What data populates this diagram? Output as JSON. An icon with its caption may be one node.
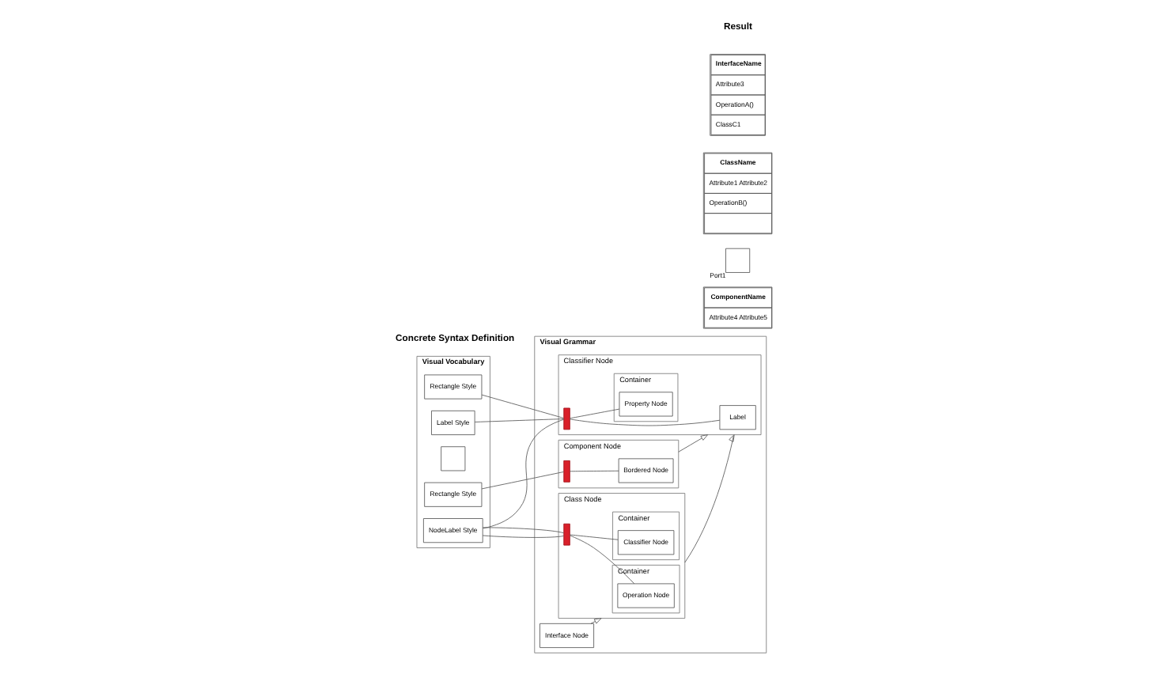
{
  "diagram": {
    "nodes": [
      {
        "text": [
          "Visual Vocabulary"
        ]
      },
      {
        "text": [
          "Rectangle Style"
        ],
        "in": 0
      },
      {
        "text": [
          "Label Style"
        ],
        "in": 0
      },
      {
        "text": [],
        "shape": "box",
        "in": 0
      },
      {
        "text": [
          "Rectangle Style"
        ],
        "in": 0
      },
      {
        "text": [
          "NodeLabel Style"
        ],
        "in": 0
      },
      {
        "text": [
          "Visual Grammar"
        ]
      },
      {
        "text": [
          "Classifier Node"
        ],
        "in": 6
      },
      {
        "text": [
          "Label"
        ],
        "in": 7
      },
      {
        "text": [
          "Container"
        ],
        "in": 7
      },
      {
        "text": [
          "Property Node"
        ],
        "in": 9
      },
      {
        "text": [
          "Component Node"
        ],
        "in": 6
      },
      {
        "text": [
          "Bordered Node"
        ],
        "in": 11
      },
      {
        "text": [
          "Class Node"
        ],
        "in": 6
      },
      {
        "text": [
          "Container"
        ],
        "in": 13
      },
      {
        "text": [
          "Operation Node"
        ],
        "in": 14
      },
      {
        "text": [
          "Container"
        ],
        "in": 13
      },
      {
        "text": [
          "Classifier Node"
        ],
        "in": 16
      },
      {
        "text": [
          "Interface Node"
        ],
        "in": 6
      },
      {
        "text": [],
        "shape": "bar",
        "in": 7
      },
      {
        "text": [],
        "shape": "bar",
        "in": 11
      },
      {
        "text": [],
        "shape": "bar",
        "in": 13
      },
      {
        "text": [
          "ComponentName",
          "Attribute4 Attribute5"
        ]
      },
      {
        "text": [],
        "shape": "box",
        "beside": [
          "Port1"
        ]
      },
      {
        "text": [
          "ClassName",
          "Attribute1 Attribute2",
          "OperationB()"
        ]
      },
      {
        "text": [
          "InterfaceName",
          "Attribute3",
          "OperationA()",
          "ClassC1"
        ]
      }
    ],
    "edges": [
      {
        "from": 1,
        "to": 19,
        "arrow": "none"
      },
      {
        "from": 2,
        "to": 19,
        "arrow": "none"
      },
      {
        "from": 5,
        "to": 19,
        "arrow": "none"
      },
      {
        "from": 4,
        "to": 20,
        "arrow": "none"
      },
      {
        "from": 5,
        "to": 21,
        "arrow": "none"
      },
      {
        "from": 5,
        "to": 21,
        "arrow": "none"
      },
      {
        "from": 19,
        "to": 8,
        "arrow": "none"
      },
      {
        "from": 19,
        "to": 10,
        "arrow": "none"
      },
      {
        "from": 20,
        "to": 12,
        "arrow": "none"
      },
      {
        "from": 21,
        "to": 15,
        "arrow": "none"
      },
      {
        "from": 21,
        "to": 17,
        "arrow": "none"
      },
      {
        "from": 11,
        "to": 7,
        "arrow": "to"
      },
      {
        "from": 13,
        "to": 7,
        "arrow": "to"
      },
      {
        "from": 18,
        "to": 13,
        "arrow": "to"
      }
    ],
    "labels": [
      "Concrete Syntax Definition",
      "Result"
    ]
  }
}
